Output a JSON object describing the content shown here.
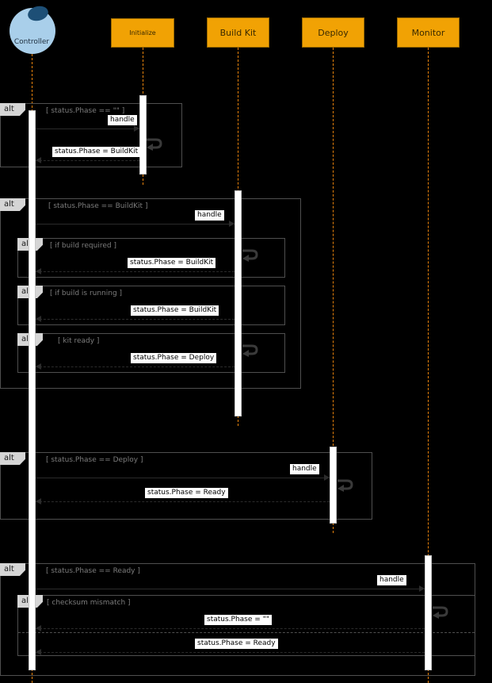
{
  "diagram_type": "uml-sequence",
  "colors": {
    "background": "#000000",
    "participant_fill": "#F1A204",
    "participant_text": "#3a2a00",
    "controller_fill": "#A9CFEA",
    "controller_accent": "#1D4F76",
    "lifeline": "#E8820C",
    "activation_fill": "#FFFFFF",
    "fragment_border": "#4F4F4F",
    "operator_badge_bg": "#D5D5D5",
    "guard_text": "#7D7D7D",
    "message_label_bg": "#FFFFFF",
    "message_label_text": "#000000"
  },
  "actor": {
    "name": "Controller"
  },
  "participants": [
    {
      "name": "Initialize"
    },
    {
      "name": "Build Kit"
    },
    {
      "name": "Deploy"
    },
    {
      "name": "Monitor"
    }
  ],
  "fragments": {
    "f1": {
      "operator": "alt",
      "guard": "[ status.Phase == \"\" ]"
    },
    "f2": {
      "operator": "alt",
      "guard": "[ status.Phase == BuildKit ]"
    },
    "f2a": {
      "operator": "alt",
      "guard": "[ if build required ]"
    },
    "f2b": {
      "operator": "alt",
      "guard": "[ if build is running ]"
    },
    "f2c": {
      "operator": "alt",
      "guard": "[ kit ready ]"
    },
    "f3": {
      "operator": "alt",
      "guard": "[ status.Phase == Deploy ]"
    },
    "f4": {
      "operator": "alt",
      "guard": "[ status.Phase == Ready ]"
    },
    "f4a": {
      "operator": "alt",
      "guard": "[ checksum mismatch ]"
    }
  },
  "messages": {
    "m1": "handle",
    "m2": "status.Phase = BuildKit",
    "m3": "handle",
    "m4": "status.Phase = BuildKit",
    "m5": "status.Phase = BuildKit",
    "m6": "status.Phase = Deploy",
    "m7": "handle",
    "m8": "status.Phase = Ready",
    "m9": "handle",
    "m10": "status.Phase = \"\"",
    "m11": "status.Phase = Ready"
  }
}
